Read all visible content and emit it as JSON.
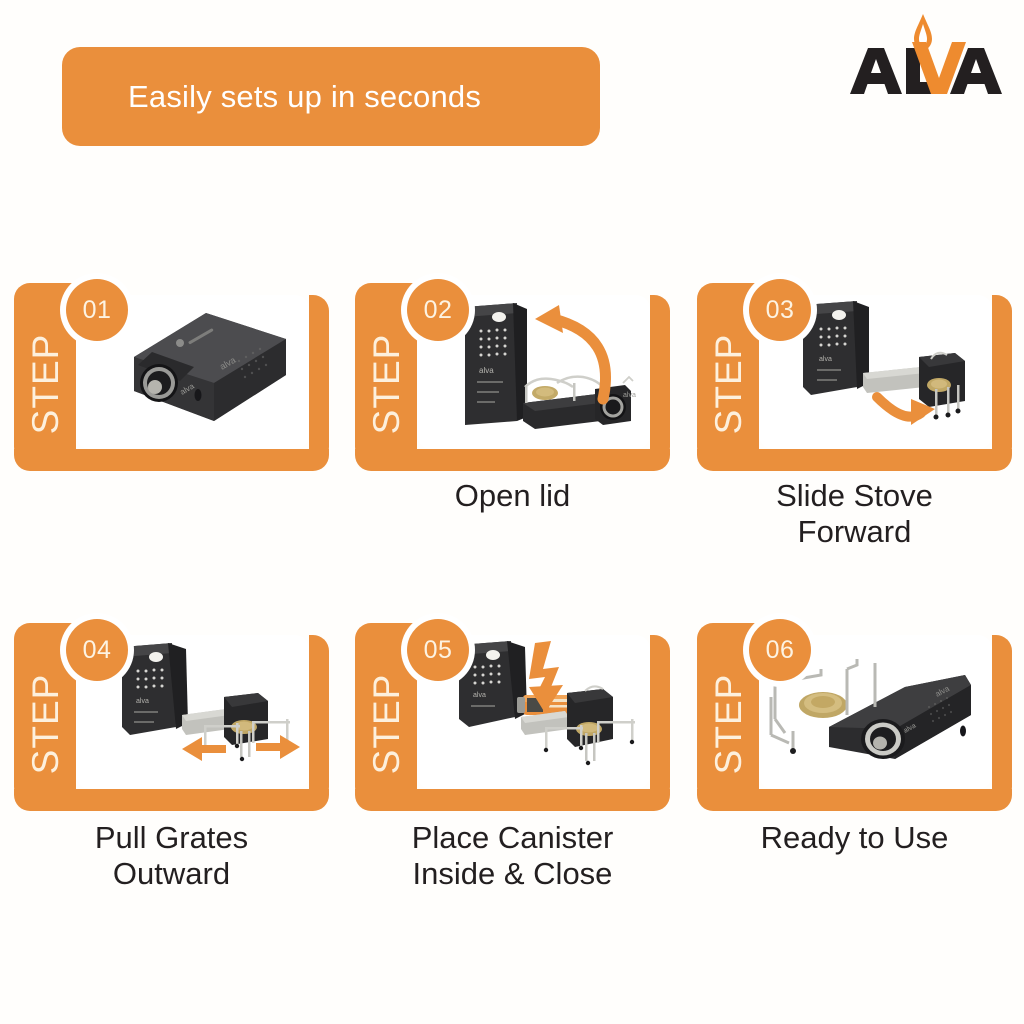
{
  "header": {
    "banner_text": "Easily sets up in seconds",
    "banner_color": "#ea8f3c",
    "banner_text_color": "#ffffff"
  },
  "logo": {
    "name": "alva-logo",
    "wordmark": "ALVA",
    "text_color": "#231f20",
    "flame_color": "#ee8b2f",
    "icon": "flame-icon"
  },
  "theme": {
    "accent": "#ea8f3c",
    "background": "#fffefc",
    "caption_color": "#231f20",
    "badge_text_color": "#fdf3e2",
    "step_word_color": "#fdf0dd",
    "product_dark": "#2b2b2d",
    "product_metal": "#c9c9c4",
    "burner_brass": "#cbb06a"
  },
  "steps": [
    {
      "number": "01",
      "step_label": "STEP",
      "caption": "",
      "art_name": "closed-stove-case",
      "arrow": "none"
    },
    {
      "number": "02",
      "step_label": "STEP",
      "caption": "Open lid",
      "art_name": "stove-with-lid-open",
      "arrow": "curved-arrow-up-left"
    },
    {
      "number": "03",
      "step_label": "STEP",
      "caption": "Slide Stove\nForward",
      "caption_line1": "Slide Stove",
      "caption_line2": "Forward",
      "art_name": "stove-slid-forward",
      "arrow": "curved-arrow-right"
    },
    {
      "number": "04",
      "step_label": "STEP",
      "caption_line1": "Pull Grates",
      "caption_line2": "Outward",
      "art_name": "stove-with-grates-pulled",
      "arrow": "double-arrow-horizontal"
    },
    {
      "number": "05",
      "step_label": "STEP",
      "caption_line1": "Place Canister",
      "caption_line2": "Inside & Close",
      "art_name": "stove-with-gas-canister",
      "arrow": "zigzag-arrow-down"
    },
    {
      "number": "06",
      "step_label": "STEP",
      "caption_line1": "Ready to Use",
      "caption_line2": "",
      "art_name": "assembled-stove-ready",
      "arrow": "none"
    }
  ]
}
